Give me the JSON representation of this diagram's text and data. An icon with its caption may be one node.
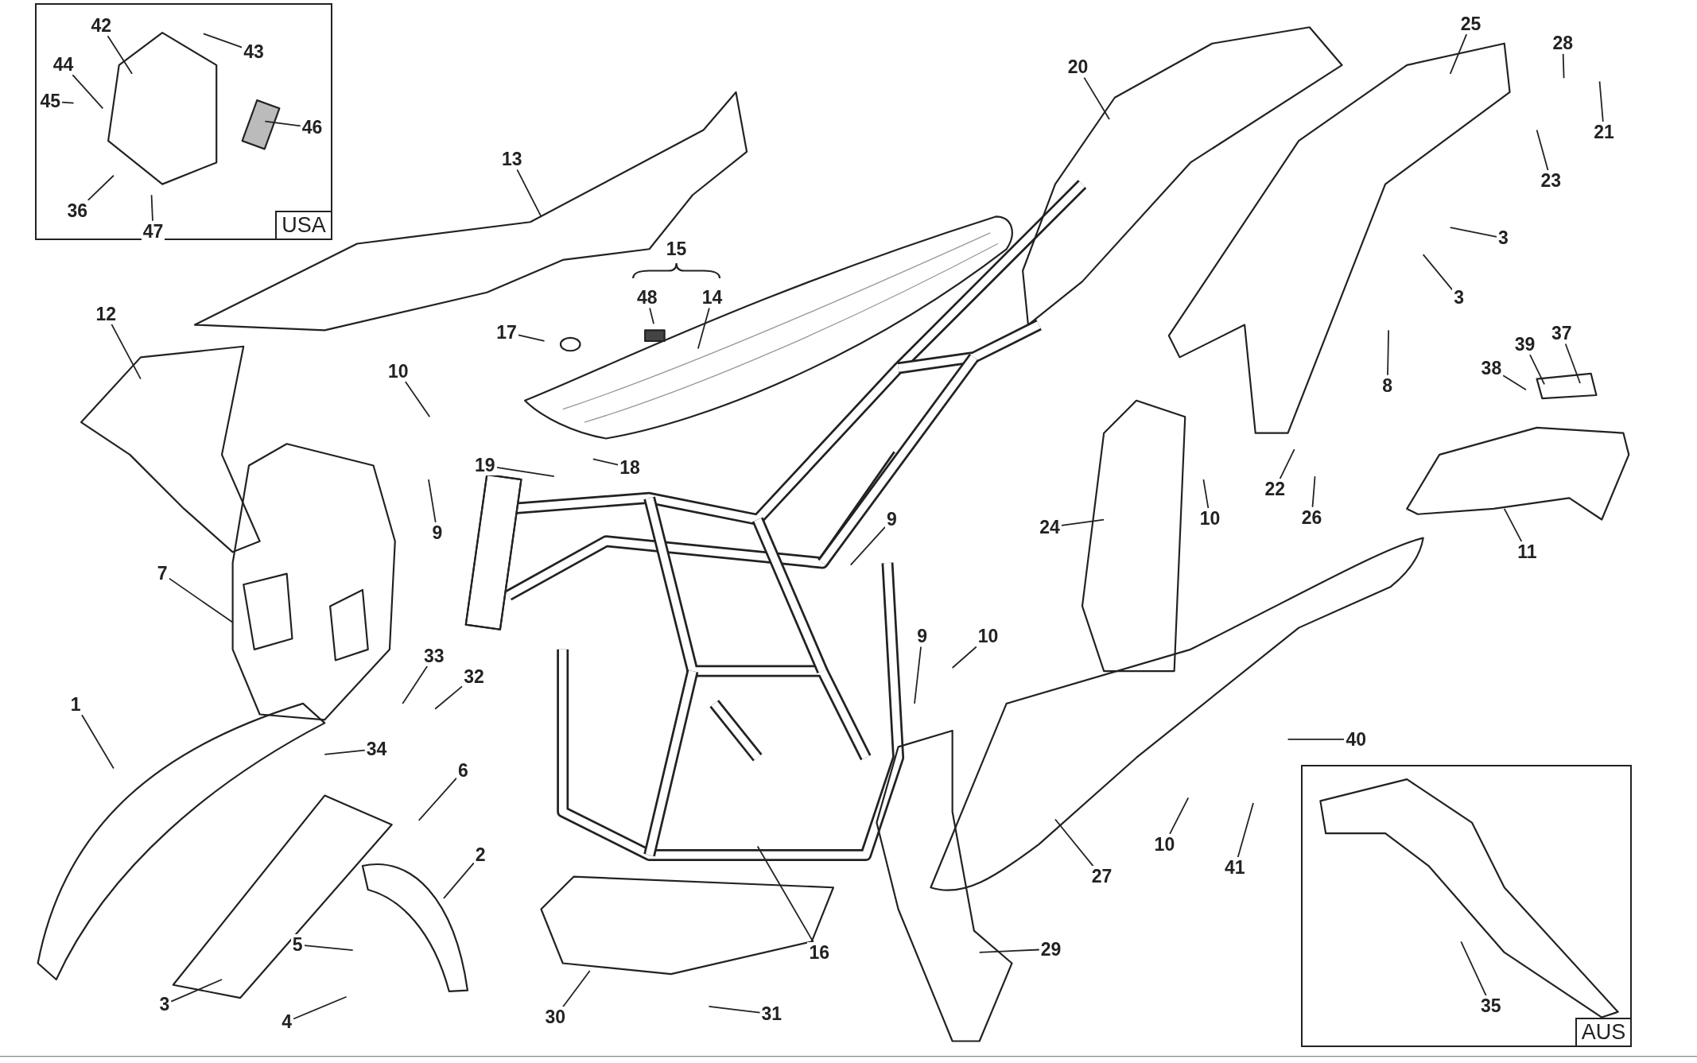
{
  "diagram": {
    "nodes": [
      {
        "text": [
          "USA"
        ]
      },
      {
        "text": [
          "42"
        ],
        "in": 0
      },
      {
        "text": [
          "43"
        ],
        "in": 0
      },
      {
        "text": [
          "44"
        ],
        "in": 0
      },
      {
        "text": [
          "45"
        ],
        "in": 0
      },
      {
        "text": [
          "46"
        ],
        "in": 0
      },
      {
        "text": [
          "36"
        ],
        "in": 0
      },
      {
        "text": [
          "47"
        ],
        "in": 0
      },
      {
        "text": [
          "13"
        ]
      },
      {
        "text": [
          "12"
        ]
      },
      {
        "text": [
          "48"
        ]
      },
      {
        "text": [
          "14"
        ]
      },
      {
        "text": [
          "17"
        ]
      },
      {
        "text": [
          "10"
        ]
      },
      {
        "text": [
          "19"
        ]
      },
      {
        "text": [
          "18"
        ]
      },
      {
        "text": [
          "9"
        ]
      },
      {
        "text": [
          "7"
        ]
      },
      {
        "text": [
          "33"
        ]
      },
      {
        "text": [
          "32"
        ]
      },
      {
        "text": [
          "1"
        ]
      },
      {
        "text": [
          "34"
        ]
      },
      {
        "text": [
          "6"
        ]
      },
      {
        "text": [
          "2"
        ]
      },
      {
        "text": [
          "3"
        ]
      },
      {
        "text": [
          "5"
        ]
      },
      {
        "text": [
          "4"
        ]
      },
      {
        "text": [
          "30"
        ]
      },
      {
        "text": [
          "31"
        ]
      },
      {
        "text": [
          "16"
        ]
      },
      {
        "text": [
          "9"
        ]
      },
      {
        "text": [
          "9"
        ]
      },
      {
        "text": [
          "10"
        ]
      },
      {
        "text": [
          "29"
        ]
      },
      {
        "text": [
          "27"
        ]
      },
      {
        "text": [
          "10"
        ]
      },
      {
        "text": [
          "41"
        ]
      },
      {
        "text": [
          "40"
        ]
      },
      {
        "text": [
          "24"
        ]
      },
      {
        "text": [
          "10"
        ]
      },
      {
        "text": [
          "20"
        ]
      },
      {
        "text": [
          "25"
        ]
      },
      {
        "text": [
          "28"
        ]
      },
      {
        "text": [
          "21"
        ]
      },
      {
        "text": [
          "23"
        ]
      },
      {
        "text": [
          "3"
        ]
      },
      {
        "text": [
          "3"
        ]
      },
      {
        "text": [
          "8"
        ]
      },
      {
        "text": [
          "22"
        ]
      },
      {
        "text": [
          "26"
        ]
      },
      {
        "text": [
          "39"
        ]
      },
      {
        "text": [
          "38"
        ]
      },
      {
        "text": [
          "37"
        ]
      },
      {
        "text": [
          "11"
        ]
      },
      {
        "text": [
          "AUS"
        ]
      },
      {
        "text": [
          "35"
        ],
        "in": 54
      }
    ],
    "edges": [
      {
        "from": 1,
        "to": null,
        "arrow": "none"
      },
      {
        "from": 2,
        "to": null,
        "arrow": "none"
      },
      {
        "from": 3,
        "to": null,
        "arrow": "none"
      },
      {
        "from": 4,
        "to": null,
        "arrow": "none"
      },
      {
        "from": 5,
        "to": null,
        "arrow": "none"
      },
      {
        "from": 6,
        "to": null,
        "arrow": "none"
      },
      {
        "from": 7,
        "to": null,
        "arrow": "none"
      },
      {
        "from": 8,
        "to": null,
        "arrow": "none"
      },
      {
        "from": 9,
        "to": null,
        "arrow": "none"
      },
      {
        "from": 10,
        "to": null,
        "arrow": "none"
      },
      {
        "from": 11,
        "to": null,
        "arrow": "none"
      },
      {
        "from": 12,
        "to": null,
        "arrow": "none"
      },
      {
        "from": 13,
        "to": null,
        "arrow": "none"
      },
      {
        "from": 14,
        "to": null,
        "arrow": "none"
      },
      {
        "from": 15,
        "to": null,
        "arrow": "none"
      },
      {
        "from": 16,
        "to": null,
        "arrow": "none"
      },
      {
        "from": 17,
        "to": null,
        "arrow": "none"
      },
      {
        "from": 18,
        "to": null,
        "arrow": "none"
      },
      {
        "from": 19,
        "to": null,
        "arrow": "none"
      },
      {
        "from": 20,
        "to": null,
        "arrow": "none"
      },
      {
        "from": 21,
        "to": null,
        "arrow": "none"
      },
      {
        "from": 22,
        "to": null,
        "arrow": "none"
      },
      {
        "from": 23,
        "to": null,
        "arrow": "none"
      },
      {
        "from": 24,
        "to": null,
        "arrow": "none"
      },
      {
        "from": 25,
        "to": null,
        "arrow": "none"
      },
      {
        "from": 26,
        "to": null,
        "arrow": "none"
      },
      {
        "from": 27,
        "to": null,
        "arrow": "none"
      },
      {
        "from": 28,
        "to": null,
        "arrow": "none"
      },
      {
        "from": 29,
        "to": null,
        "arrow": "none"
      },
      {
        "from": 30,
        "to": null,
        "arrow": "none"
      },
      {
        "from": 31,
        "to": null,
        "arrow": "none"
      },
      {
        "from": 32,
        "to": null,
        "arrow": "none"
      },
      {
        "from": 33,
        "to": null,
        "arrow": "none"
      },
      {
        "from": 34,
        "to": null,
        "arrow": "none"
      },
      {
        "from": 35,
        "to": null,
        "arrow": "none"
      },
      {
        "from": 36,
        "to": null,
        "arrow": "none"
      },
      {
        "from": 37,
        "to": null,
        "arrow": "none"
      },
      {
        "from": 38,
        "to": null,
        "arrow": "none"
      },
      {
        "from": 39,
        "to": null,
        "arrow": "none"
      },
      {
        "from": 40,
        "to": null,
        "arrow": "none"
      },
      {
        "from": 41,
        "to": null,
        "arrow": "none"
      },
      {
        "from": 42,
        "to": null,
        "arrow": "none"
      },
      {
        "from": 43,
        "to": null,
        "arrow": "none"
      },
      {
        "from": 44,
        "to": null,
        "arrow": "none"
      },
      {
        "from": 45,
        "to": null,
        "arrow": "none"
      },
      {
        "from": 46,
        "to": null,
        "arrow": "none"
      },
      {
        "from": 47,
        "to": null,
        "arrow": "none"
      },
      {
        "from": 48,
        "to": null,
        "arrow": "none"
      },
      {
        "from": 49,
        "to": null,
        "arrow": "none"
      },
      {
        "from": 50,
        "to": null,
        "arrow": "none"
      },
      {
        "from": 51,
        "to": null,
        "arrow": "none"
      },
      {
        "from": 52,
        "to": null,
        "arrow": "none"
      },
      {
        "from": 53,
        "to": null,
        "arrow": "none"
      },
      {
        "from": 55,
        "to": null,
        "arrow": "none"
      }
    ],
    "labels": [
      "15"
    ]
  }
}
